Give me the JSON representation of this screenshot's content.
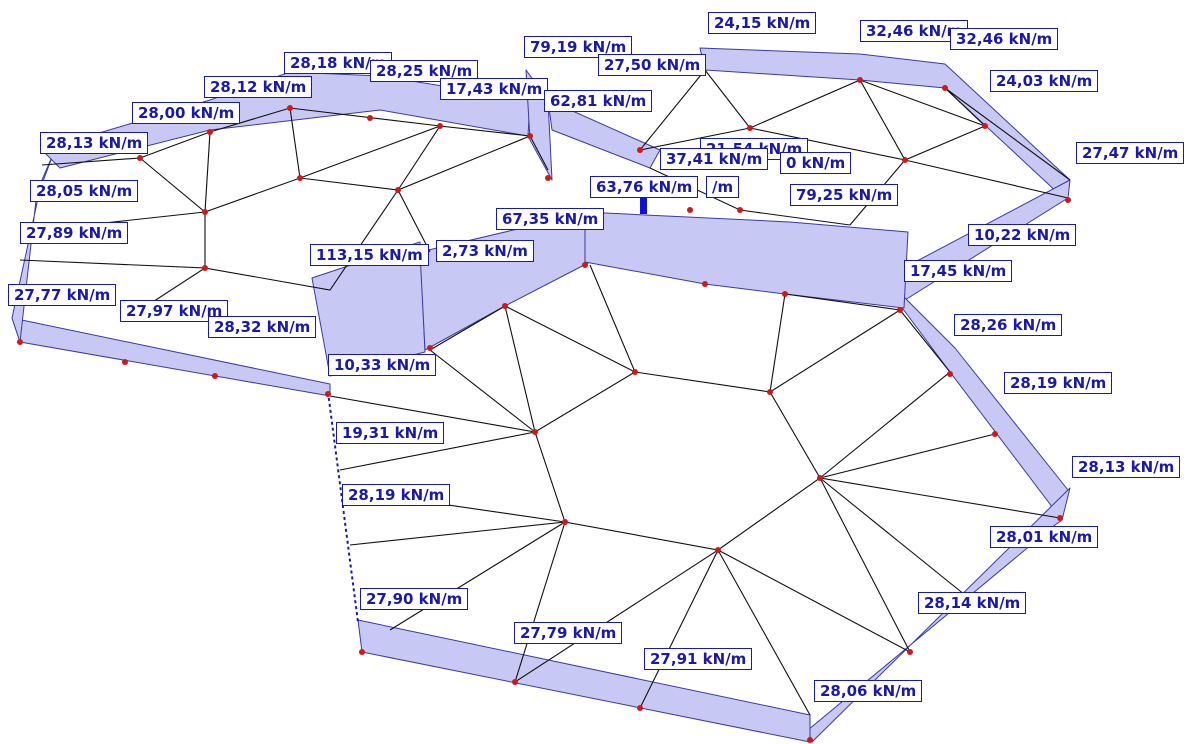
{
  "colors": {
    "wall_fill": "#c8c8f4",
    "wall_stroke": "#3a3aa0",
    "mesh_line": "#101010",
    "node": "#d01818",
    "label_text": "#1a1aa6",
    "label_border": "#1a1aa6"
  },
  "load_labels": [
    "24,15 kN/m",
    "32,46 kN/m",
    "32,46 kN/m",
    "79,19 kN/m",
    "28,18 kN/m",
    "28,25 kN/m",
    "27,50 kN/m",
    "28,12 kN/m",
    "17,43 kN/m",
    "24,03 kN/m",
    "62,81 kN/m",
    "28,00 kN/m",
    "28,13 kN/m",
    "21,54 kN/m",
    "37,41 kN/m",
    "0 kN/m",
    "27,47 kN/m",
    "63,76 kN/m",
    "/m",
    "28,05 kN/m",
    "79,25 kN/m",
    "67,35 kN/m",
    "27,89 kN/m",
    "10,22 kN/m",
    "113,15 kN/m",
    "2,73 kN/m",
    "17,45 kN/m",
    "27,77 kN/m",
    "27,97 kN/m",
    "28,32 kN/m",
    "28,26 kN/m",
    "10,33 kN/m",
    "28,19 kN/m",
    "19,31 kN/m",
    "28,13 kN/m",
    "28,19 kN/m",
    "28,01 kN/m",
    "27,90 kN/m",
    "28,14 kN/m",
    "27,79 kN/m",
    "27,91 kN/m",
    "28,06 kN/m"
  ]
}
